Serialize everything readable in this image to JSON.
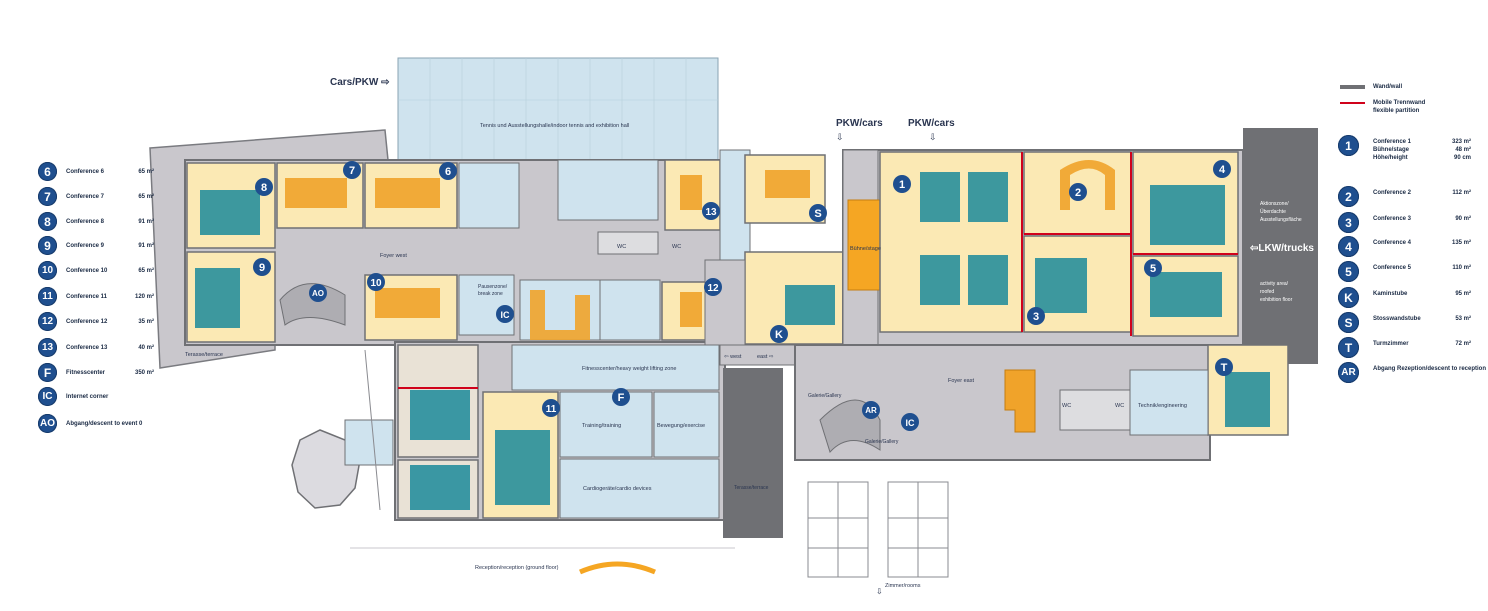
{
  "colors": {
    "badge": "#1f4f8f",
    "conference_room": "#fbe9b4",
    "corridor": "#c9c7cc",
    "wall": "#6f7074",
    "light_blue_zone": "#cfe3ee",
    "stage": "#f5a623",
    "partition": "#d0021b",
    "table": "#f0a32a",
    "seats": "#1b8a9a"
  },
  "left_legend": [
    {
      "badge": "6",
      "name": "Conference 6",
      "area": "65 m²"
    },
    {
      "badge": "7",
      "name": "Conference 7",
      "area": "65 m²"
    },
    {
      "badge": "8",
      "name": "Conference 8",
      "area": "91 m²"
    },
    {
      "badge": "9",
      "name": "Conference 9",
      "area": "91 m²"
    },
    {
      "badge": "10",
      "name": "Conference 10",
      "area": "65 m²"
    },
    {
      "badge": "11",
      "name": "Conference 11",
      "area": "120 m²"
    },
    {
      "badge": "12",
      "name": "Conference 12",
      "area": "35 m²"
    },
    {
      "badge": "13",
      "name": "Conference 13",
      "area": "40 m²"
    },
    {
      "badge": "F",
      "name": "Fitnesscenter",
      "area": "350 m²"
    },
    {
      "badge": "IC",
      "name": "Internet corner",
      "area": ""
    },
    {
      "badge": "AO",
      "name": "Abgang/descent to event 0",
      "area": ""
    }
  ],
  "right_key": {
    "wall": "Wand/wall",
    "partition_line1": "Mobile Trennwand",
    "partition_line2": "flexible partition"
  },
  "right_legend": [
    {
      "badge": "1",
      "name": "Conference 1",
      "area": "323 m²",
      "extra": [
        {
          "name": "Bühne/stage",
          "area": "48 m²"
        },
        {
          "name": "Höhe/height",
          "area": "90 cm"
        }
      ]
    },
    {
      "badge": "2",
      "name": "Conference 2",
      "area": "112 m²",
      "extra": []
    },
    {
      "badge": "3",
      "name": "Conference 3",
      "area": "90 m²",
      "extra": []
    },
    {
      "badge": "4",
      "name": "Conference 4",
      "area": "135 m²",
      "extra": []
    },
    {
      "badge": "5",
      "name": "Conference 5",
      "area": "110 m²",
      "extra": []
    },
    {
      "badge": "K",
      "name": "Kaminstube",
      "area": "95 m²",
      "extra": []
    },
    {
      "badge": "S",
      "name": "Stosswandstube",
      "area": "53 m²",
      "extra": []
    },
    {
      "badge": "T",
      "name": "Turmzimmer",
      "area": "72 m²",
      "extra": []
    },
    {
      "badge": "AR",
      "name": "Abgang Rezeption/descent to reception",
      "area": "",
      "extra": []
    }
  ],
  "map_labels": {
    "cars_pkw": "Cars/PKW ⇨",
    "pkw_cars_1": "PKW/cars",
    "pkw_cars_2": "PKW/cars",
    "lkw_trucks": "⇦LKW/trucks",
    "tennis_hall": "Tennis und Ausstellungshalle/indoor tennis and exhibition hall",
    "foyer_west": "Foyer west",
    "foyer_east": "Foyer east",
    "pausenzone_1": "Pausenzone/",
    "pausenzone_2": "break zone",
    "buhne_stage": "Bühne/stage",
    "aktionszone_1": "Aktionszone/",
    "aktionszone_2": "Überdachte",
    "aktionszone_3": "Ausstellungsfläche",
    "activity_1": "activity area/",
    "activity_2": "roofed",
    "activity_3": "exhibition floor",
    "terrace_left": "Terasse/terrace",
    "terrace_mid": "Terasse/terrace",
    "fitness_heavy": "Fitnesscenter/heavy weight lifting zone",
    "training": "Training/training",
    "bewegung": "Bewegung/exercise",
    "cardio": "Cardiogeräte/cardio devices",
    "galerie_1": "Galerie/Gallery",
    "galerie_2": "Galerie/Gallery",
    "technik": "Technik/engineering",
    "wc": "WC",
    "west": "⇦ west",
    "east": "east ⇨",
    "reception": "Reception/reception (ground floor)",
    "zimmer": "Zimmer/rooms"
  }
}
